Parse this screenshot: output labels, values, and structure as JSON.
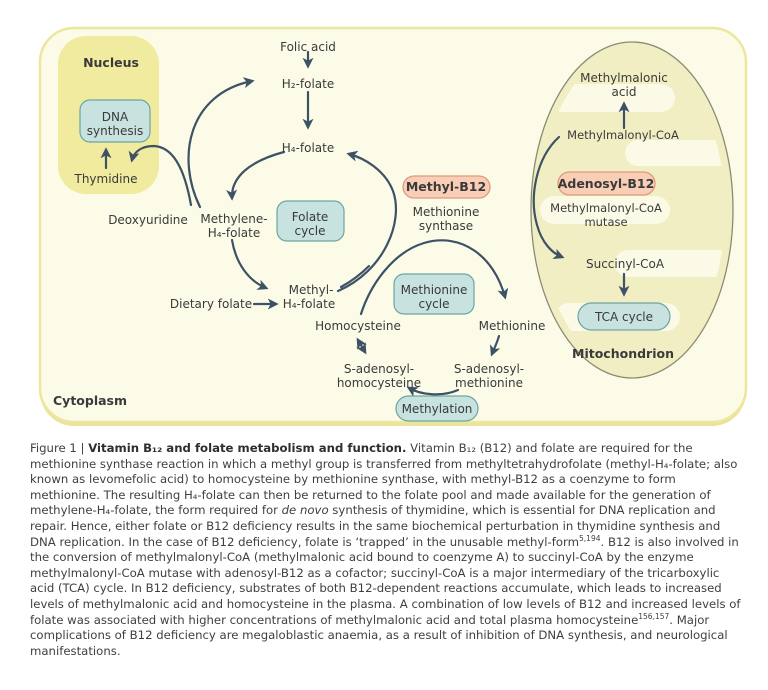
{
  "figure": {
    "caption": {
      "prefix": "Figure 1 | ",
      "title": "Vitamin B₁₂ and folate metabolism and function.",
      "body1": " Vitamin B₁₂ (B12) and folate are required for the methionine synthase reaction in which a methyl group is transferred from methyltetrahydrofolate (methyl-H₄-folate; also known as levomefolic acid) to homocysteine by methionine synthase, with methyl-B12 as a coenzyme to form methionine. The resulting H₄-folate can then be returned to the folate pool and made available for the generation of methylene-H₄-folate, the form required for ",
      "denovo": "de novo",
      "body2": " synthesis of thymidine, which is essential for DNA replication and repair. Hence, either folate or B12 deficiency results in the same biochemical perturbation in thymidine synthesis and DNA replication. In the case of B12 deficiency, folate is ‘trapped’ in the unusable methyl-form",
      "sup1": "5,194",
      "body3": ". B12 is also involved in the conversion of methylmalonyl-CoA (methylmalonic acid bound to coenzyme A) to succinyl-CoA by the enzyme methylmalonyl-CoA mutase with adenosyl-B12 as a cofactor; succinyl-CoA is a major intermediary of the tricarboxylic acid (TCA) cycle. In B12 deficiency, substrates of both B12-dependent reactions accumulate, which leads to increased levels of methylmalonic acid and homocysteine in the plasma. A combination of low levels of B12 and increased levels of folate was associated with higher concentrations of methylmalonic acid and total plasma homocysteine",
      "sup2": "156,157",
      "body4": ". Major complications of B12 deficiency are megaloblastic anaemia, as a result of inhibition of DNA synthesis, and neurological manifestations."
    }
  },
  "diagram": {
    "compartments": {
      "cytoplasm": "Cytoplasm",
      "nucleus": "Nucleus",
      "mitochondrion": "Mitochondrion"
    },
    "process_boxes": {
      "dna_synthesis": [
        "DNA",
        "synthesis"
      ],
      "folate_cycle": [
        "Folate",
        "cycle"
      ],
      "methionine_cycle": [
        "Methionine",
        "cycle"
      ],
      "methylation": "Methylation",
      "tca_cycle": "TCA cycle"
    },
    "b12_boxes": {
      "methyl_b12": "Methyl-B12",
      "adenosyl_b12": "Adenosyl-B12"
    },
    "enzymes": {
      "methionine_synthase": [
        "Methionine",
        "synthase"
      ],
      "methylmalonyl_coa_mutase": [
        "Methylmalonyl-CoA",
        "mutase"
      ]
    },
    "metabolites": {
      "folic_acid": "Folic acid",
      "h2_folate": "H₂-folate",
      "h4_folate": "H₄-folate",
      "thymidine": "Thymidine",
      "deoxyuridine": "Deoxyuridine",
      "methylene_h4_folate": [
        "Methylene-",
        "H₄-folate"
      ],
      "methyl_h4_folate": [
        "Methyl-",
        "H₄-folate"
      ],
      "dietary_folate": "Dietary folate",
      "homocysteine": "Homocysteine",
      "methionine": "Methionine",
      "s_adenosyl_homocysteine": [
        "S-adenosyl-",
        "homocysteine"
      ],
      "s_adenosyl_methionine": [
        "S-adenosyl-",
        "methionine"
      ],
      "methylmalonic_acid": [
        "Methylmalonic",
        "acid"
      ],
      "methylmalonyl_coa": "Methylmalonyl-CoA",
      "succinyl_coa": "Succinyl-CoA"
    },
    "colors": {
      "cell_fill": "#fcfbe8",
      "cell_border": "#ece79d",
      "nucleus_fill": "#f0eb9e",
      "mitochondrion_fill": "#f1eec3",
      "mitochondrion_border": "#8b8b74",
      "process_box_fill": "#c7e2df",
      "process_box_border": "#6ba5a2",
      "b12_box_fill": "#f8ceb6",
      "b12_box_border": "#e09a7c",
      "arrow": "#3d5265",
      "text": "#3a3a3a"
    }
  }
}
